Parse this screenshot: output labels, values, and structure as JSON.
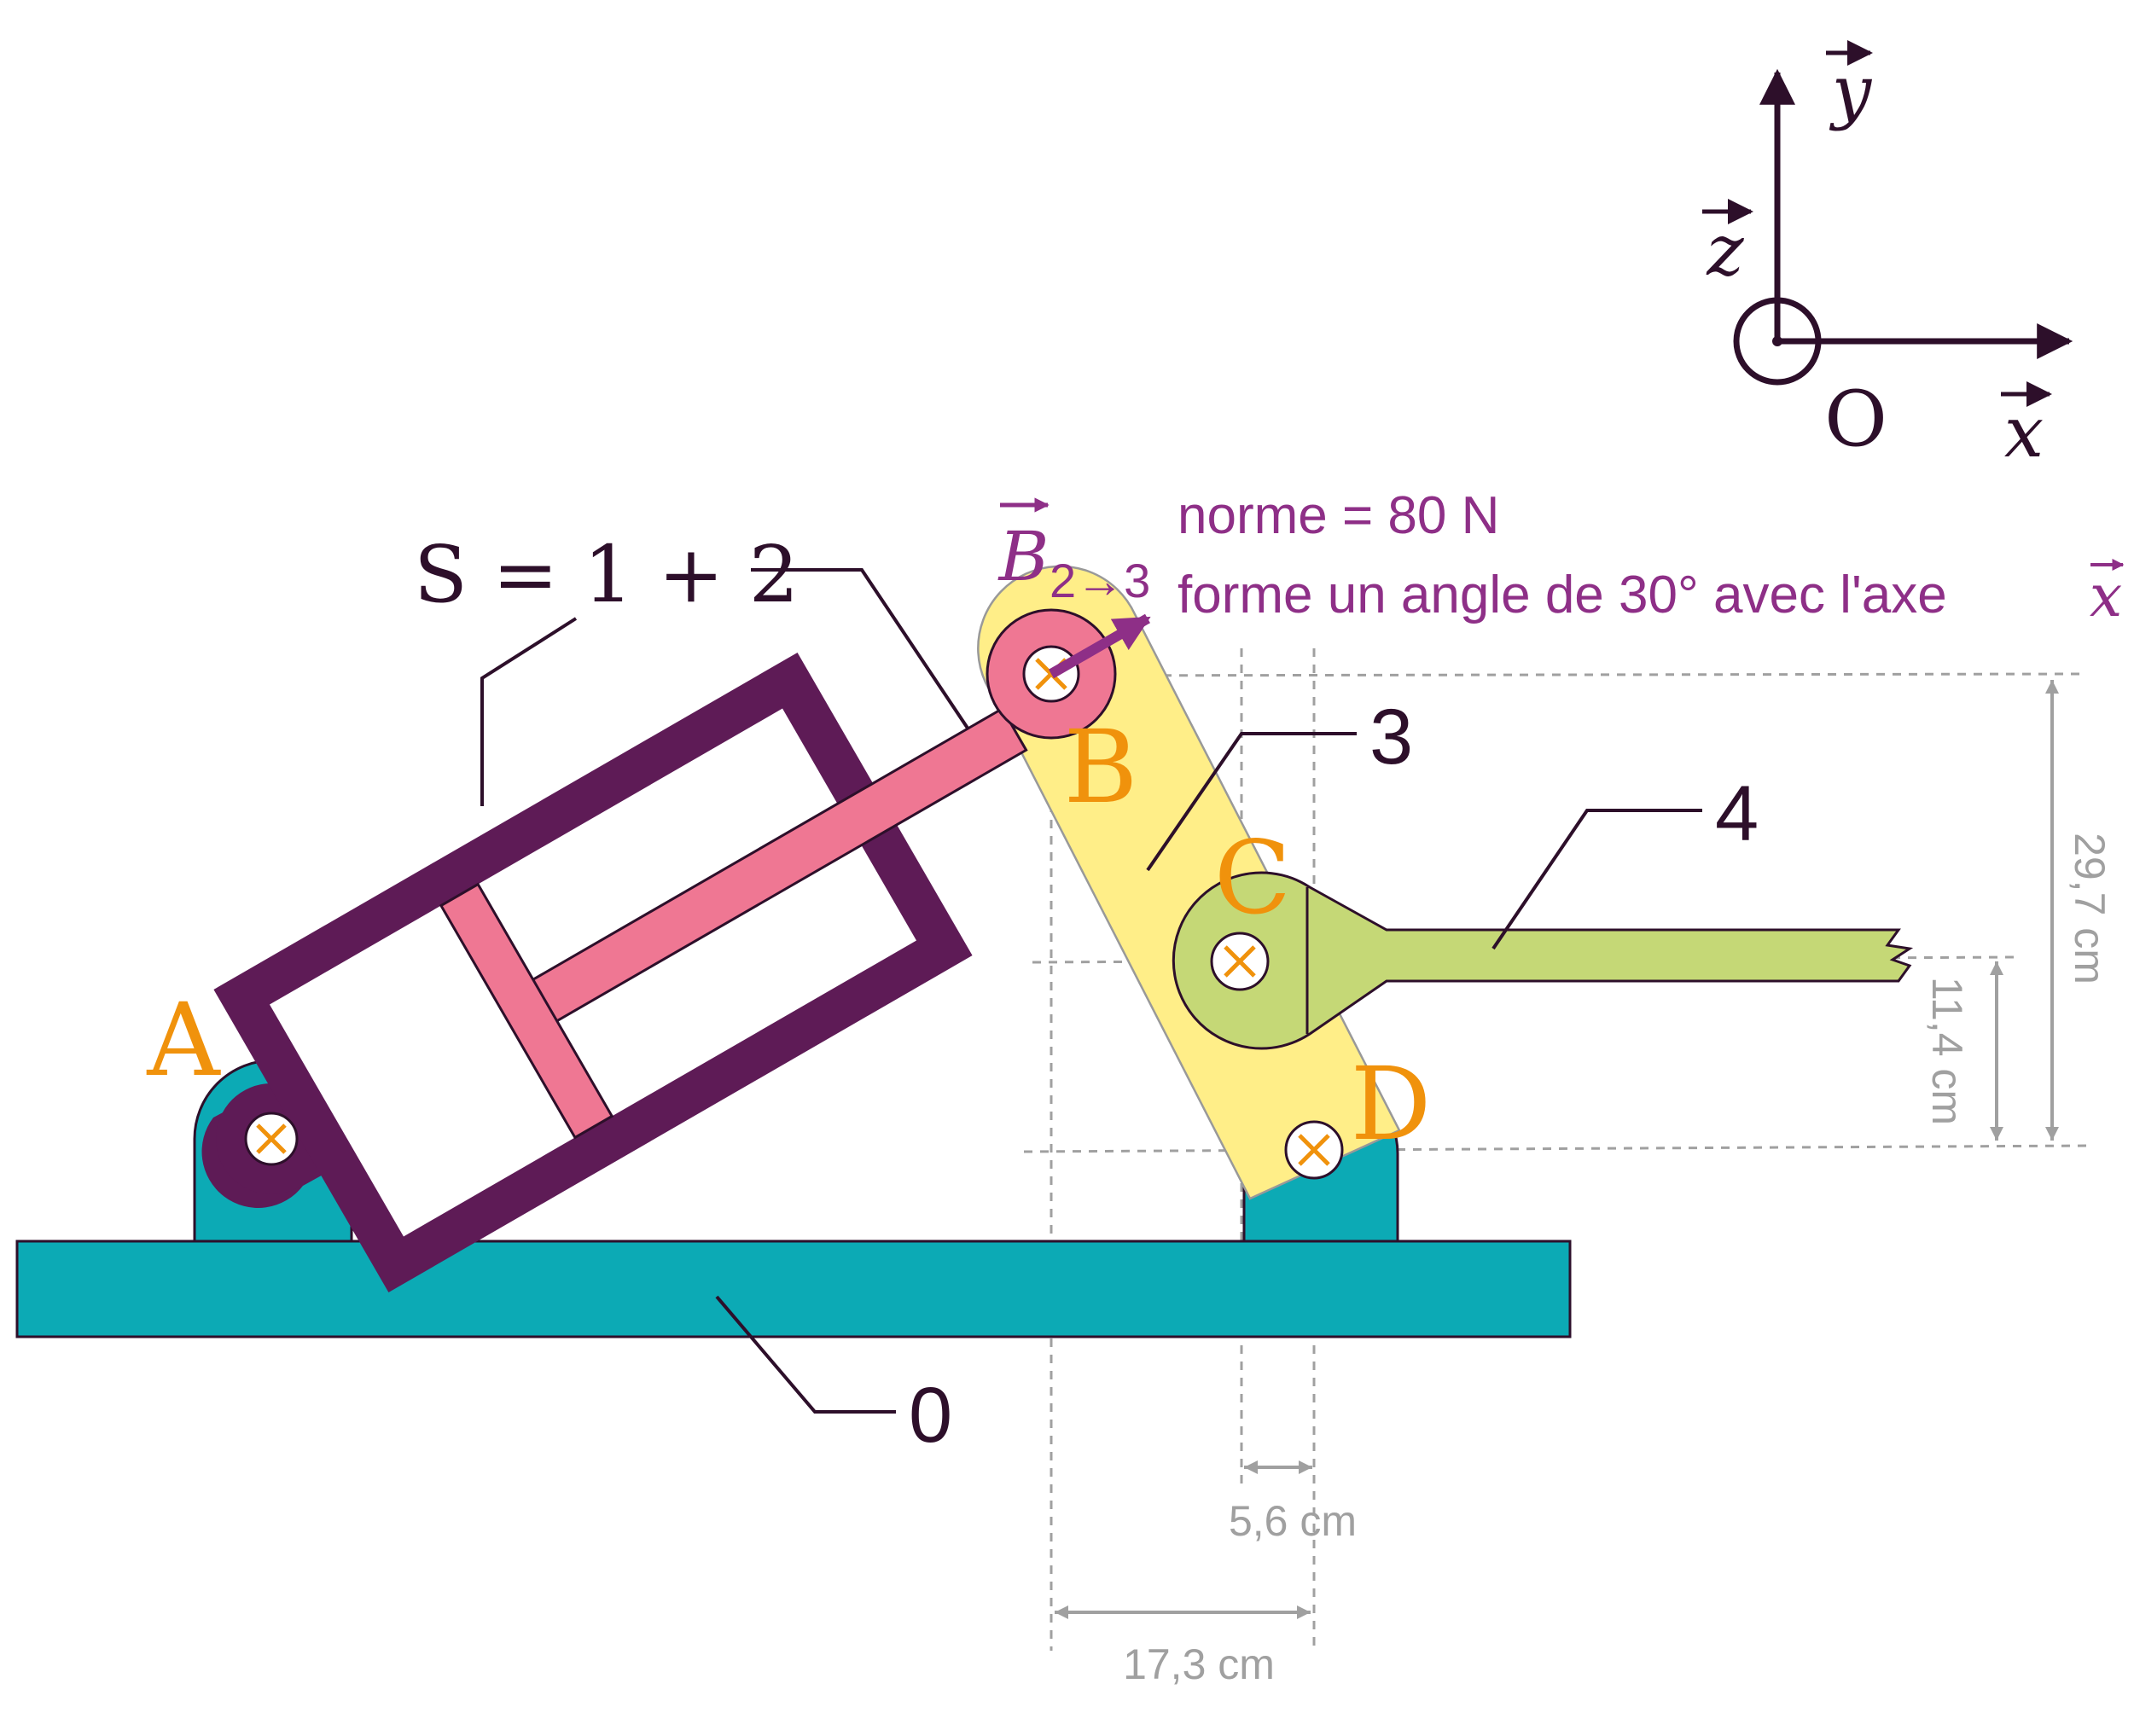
{
  "axes": {
    "x": "x",
    "y": "y",
    "z": "z",
    "origin": "O"
  },
  "points": {
    "A": "A",
    "B": "B",
    "C": "C",
    "D": "D"
  },
  "parts": {
    "s": "S = 1 + 2",
    "p0": "0",
    "p3": "3",
    "p4": "4"
  },
  "force": {
    "name": "B",
    "subscript": "2→3",
    "line1": "norme = 80 N",
    "line2": "forme un angle de 30° avec l'axe",
    "axis": "x"
  },
  "dimensions": {
    "d1": "29,7 cm",
    "d2": "11,4 cm",
    "d3": "5,6 cm",
    "d4": "17,3 cm"
  },
  "colors": {
    "frame": "#0caab5",
    "cylinder": "#5e1b56",
    "rod": "#ef7793",
    "link3": "#ffee88",
    "link4": "#c5d876",
    "points": "#f0920c",
    "force": "#8e2f87",
    "ink": "#2d0f2a",
    "dimension": "#a0a0a0"
  }
}
